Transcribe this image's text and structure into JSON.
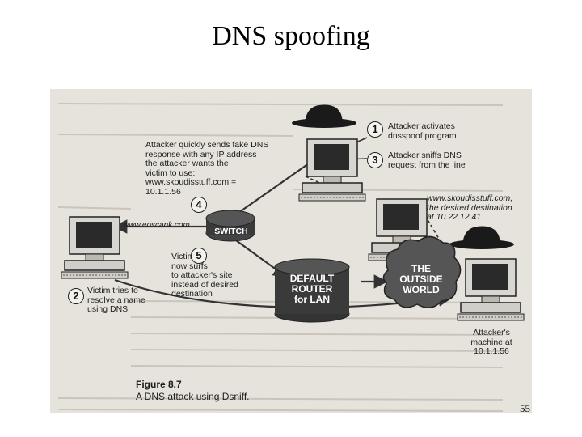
{
  "slide": {
    "title": "DNS spoofing",
    "page_number": "55"
  },
  "figure": {
    "number": "Figure 8.7",
    "caption": "A DNS attack using Dsniff."
  },
  "nodes": {
    "switch": "SWITCH",
    "router": "DEFAULT\nROUTER\nfor LAN",
    "outside": "THE\nOUTSIDE\nWORLD",
    "attacker_machine": "Attacker's\nmachine at\n10.1.1.56"
  },
  "labels": {
    "fake_response": "Attacker quickly sends fake DNS\nresponse with any IP address\nthe attacker wants the\nvictim to use:\nwww.skoudisstuff.com =\n10.1.1.56",
    "desired_destination": "www.skoudisstuff.com,\nthe desired destination\nat 10.22.12.41",
    "eoscank": "www.eoscank.com",
    "victim_surfs": "Victim\nnow surfs\nto attacker's site\ninstead of desired\ndestination"
  },
  "steps": [
    {
      "num": "1",
      "text": "Attacker activates\ndnsspoof program"
    },
    {
      "num": "2",
      "text": "Victim tries to\nresolve a name\nusing DNS"
    },
    {
      "num": "3",
      "text": "Attacker sniffs DNS\nrequest from the line"
    },
    {
      "num": "4",
      "text": ""
    },
    {
      "num": "5",
      "text": ""
    }
  ]
}
